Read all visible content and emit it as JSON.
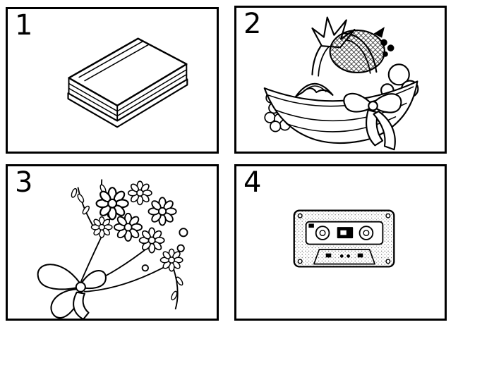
{
  "colors": {
    "ink": "#000000",
    "paper": "#ffffff"
  },
  "panels": [
    {
      "number": "1",
      "illustration": "book"
    },
    {
      "number": "2",
      "illustration": "fruit-basket"
    },
    {
      "number": "3",
      "illustration": "flower-bouquet"
    },
    {
      "number": "4",
      "illustration": "cassette-tape"
    }
  ]
}
